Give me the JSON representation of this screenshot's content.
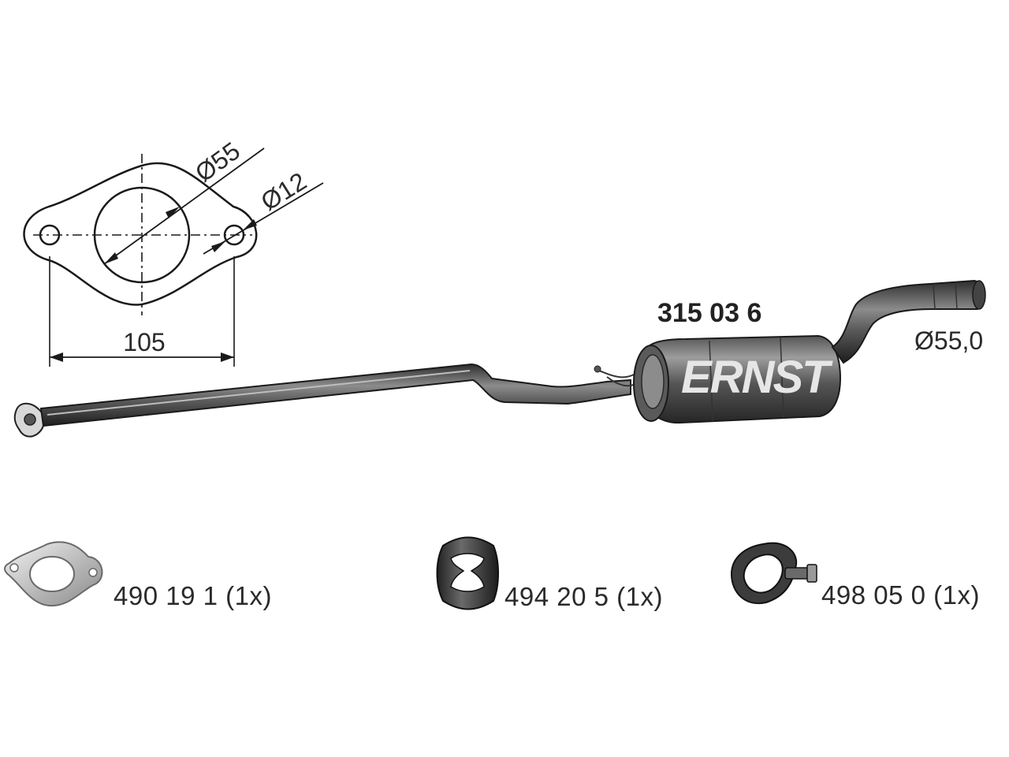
{
  "diagram": {
    "flange": {
      "bore_diameter_label": "Ø55",
      "bolt_hole_label": "Ø12",
      "hole_spacing_label": "105"
    },
    "part_number": "315 03 6",
    "outlet_diameter_label": "Ø55,0",
    "brand_logo": "ERNST",
    "accessories": [
      {
        "icon": "flange-gasket-icon",
        "label": "490 19 1 (1x)"
      },
      {
        "icon": "rubber-hanger-icon",
        "label": "494 20 5 (1x)"
      },
      {
        "icon": "pipe-clamp-icon",
        "label": "498 05 0 (1x)"
      }
    ]
  },
  "colors": {
    "line": "#1a1a1a",
    "metal_dark": "#3a3a3a",
    "metal_light": "#9a9a9a",
    "text": "#2a2a2a"
  }
}
